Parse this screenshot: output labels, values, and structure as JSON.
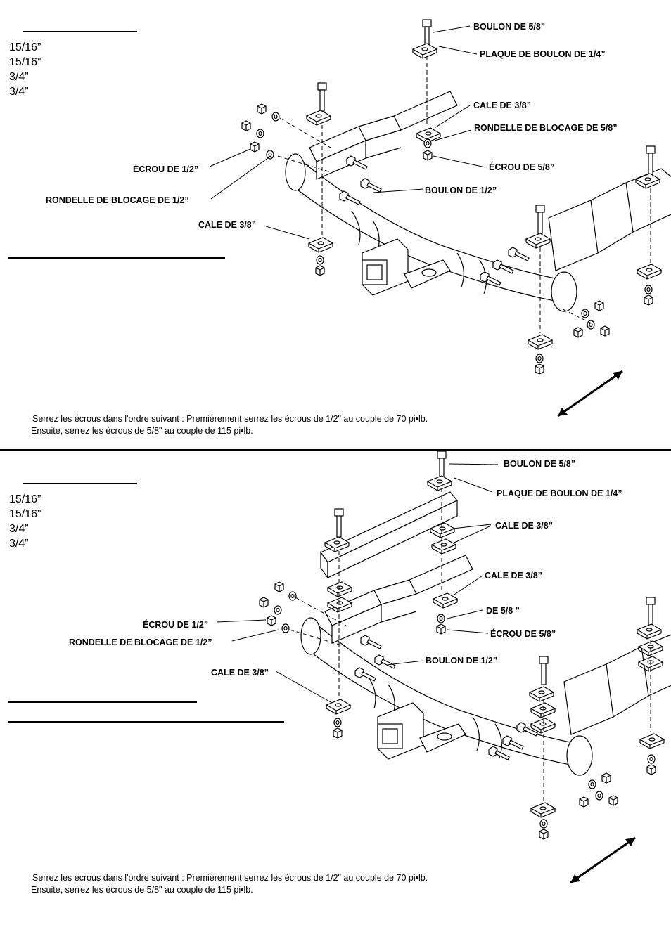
{
  "top": {
    "dims": [
      "15/16”",
      "15/16”",
      "3/4”",
      "3/4”"
    ],
    "labels": {
      "bolt_58": "BOULON DE 5/8”",
      "plate_14": "PLAQUE DE BOULON DE 1/4”",
      "shim_38_right": "CALE DE 3/8”",
      "lockwasher_58": "RONDELLE DE BLOCAGE DE 5/8”",
      "nut_58": "ÉCROU DE 5/8”",
      "nut_12": "ÉCROU DE 1/2”",
      "bolt_12": "BOULON DE 1/2”",
      "lockwasher_12": "RONDELLE DE BLOCAGE DE 1/2”",
      "shim_38_left": "CALE DE 3/8”"
    },
    "note_line1": "Serrez les écrous dans  l'ordre suivant : Premièrement serrez les écrous de 1/2\" au couple de 70 pi•lb.",
    "note_line2": "Ensuite, serrez les écrous de 5/8\" au couple de 115 pi•lb."
  },
  "bottom": {
    "dims": [
      "15/16”",
      "15/16”",
      "3/4”",
      "3/4”"
    ],
    "labels": {
      "bolt_58": "BOULON DE 5/8”",
      "plate_14": "PLAQUE DE BOULON DE 1/4”",
      "shim_38_a": "CALE DE 3/8”",
      "shim_38_b": "CALE DE 3/8”",
      "de_58": "DE 5/8 ”",
      "nut_58": "ÉCROU DE 5/8”",
      "nut_12": "ÉCROU DE 1/2”",
      "lockwasher_12": "RONDELLE DE BLOCAGE DE 1/2”",
      "bolt_12": "BOULON DE 1/2”",
      "shim_38_left": "CALE DE 3/8”"
    },
    "note_line1": "Serrez les écrous dans  l'ordre suivant : Premièrement serrez les écrous de 1/2\" au couple de 70 pi•lb.",
    "note_line2": "Ensuite, serrez les écrous de 5/8\" au couple de 115 pi•lb."
  }
}
